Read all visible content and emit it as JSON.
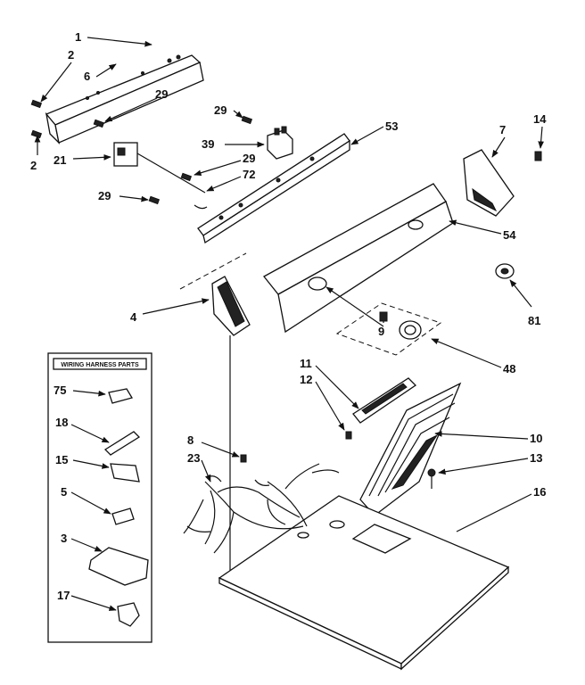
{
  "wiring_box": {
    "title": "WIRING HARNESS PARTS"
  },
  "callouts": {
    "c1": "1",
    "c2a": "2",
    "c2b": "2",
    "c6": "6",
    "c29a": "29",
    "c21": "21",
    "c29b": "29",
    "c39": "39",
    "c53": "53",
    "c29c": "29",
    "c72": "72",
    "c29d": "29",
    "c7": "7",
    "c14": "14",
    "c54": "54",
    "c81": "81",
    "c4": "4",
    "c9": "9",
    "c48": "48",
    "c11": "11",
    "c12": "12",
    "c10": "10",
    "c8": "8",
    "c23": "23",
    "c13": "13",
    "c16": "16",
    "c75": "75",
    "c18": "18",
    "c15": "15",
    "c5": "5",
    "c3": "3",
    "c17": "17"
  }
}
